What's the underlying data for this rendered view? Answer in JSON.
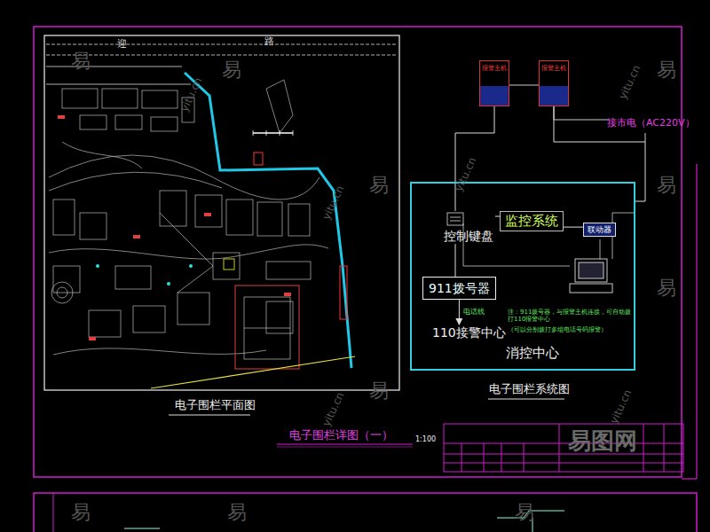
{
  "diagram": {
    "title": "电子围栏详图（一）",
    "nodes": [
      {
        "text": [
          "报警主机"
        ]
      },
      {
        "text": [
          "报警主机"
        ]
      },
      {
        "text": [
          "消控中心"
        ]
      },
      {
        "text": [
          "控制键盘"
        ],
        "in": 2
      },
      {
        "text": [
          "监控系统"
        ],
        "in": 2
      },
      {
        "text": [
          "联动器"
        ],
        "in": 2
      },
      {
        "text": [
          "911拨号器"
        ],
        "in": 2
      },
      {
        "text": [
          "110接警中心"
        ],
        "in": 2
      }
    ],
    "edges": [
      {
        "from": 0,
        "to": 3,
        "arrow": "none"
      },
      {
        "from": 1,
        "to": 2,
        "arrow": "none"
      },
      {
        "from": 3,
        "to": 4,
        "arrow": "none"
      },
      {
        "from": 4,
        "to": 5,
        "arrow": "none"
      },
      {
        "from": 3,
        "to": 6,
        "arrow": "none"
      },
      {
        "from": 6,
        "to": 7,
        "label": "电话线",
        "arrow": "to"
      }
    ],
    "labels": [
      "迎",
      "路",
      "接市电（AC220V）",
      "电子围栏平面图",
      "1:100",
      "电子围栏系统图",
      "注：911拨号器，与报警主机连接，可自动拨打110报警中心",
      "（可以分别拨打多组电话号码报警）",
      "易",
      "易",
      "易",
      "易",
      "易",
      "易",
      "易",
      "易",
      "易",
      "易",
      "yitu.cn",
      "yitu.cn",
      "yitu.cn",
      "yitu.cn",
      "yitu.cn",
      "yitu.cn",
      "易图网"
    ]
  }
}
